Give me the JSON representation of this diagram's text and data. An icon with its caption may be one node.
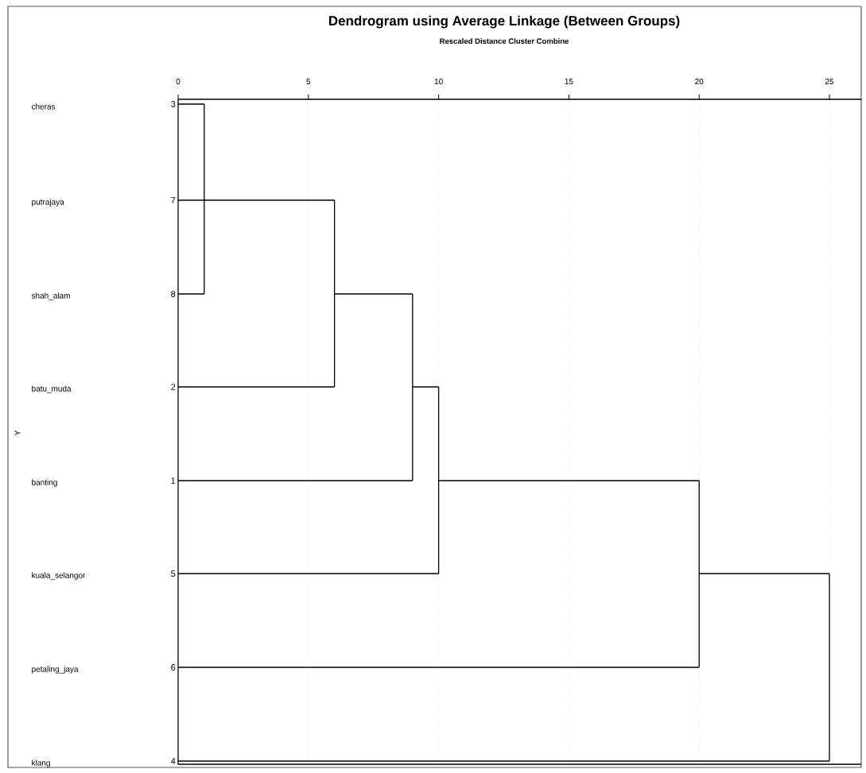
{
  "diagram": {
    "title": "Dendrogram using Average Linkage (Between Groups)",
    "labels": [
      "Rescaled Distance Cluster Combine",
      "0",
      "5",
      "10",
      "15",
      "20",
      "25",
      "cheras",
      "3",
      "putrajaya",
      "7",
      "shah_alam",
      "8",
      "batu_muda",
      "2",
      "banting",
      "1",
      "kuala_selangor",
      "5",
      "petaling_jaya",
      "6",
      "klang",
      "4",
      "Y"
    ]
  }
}
